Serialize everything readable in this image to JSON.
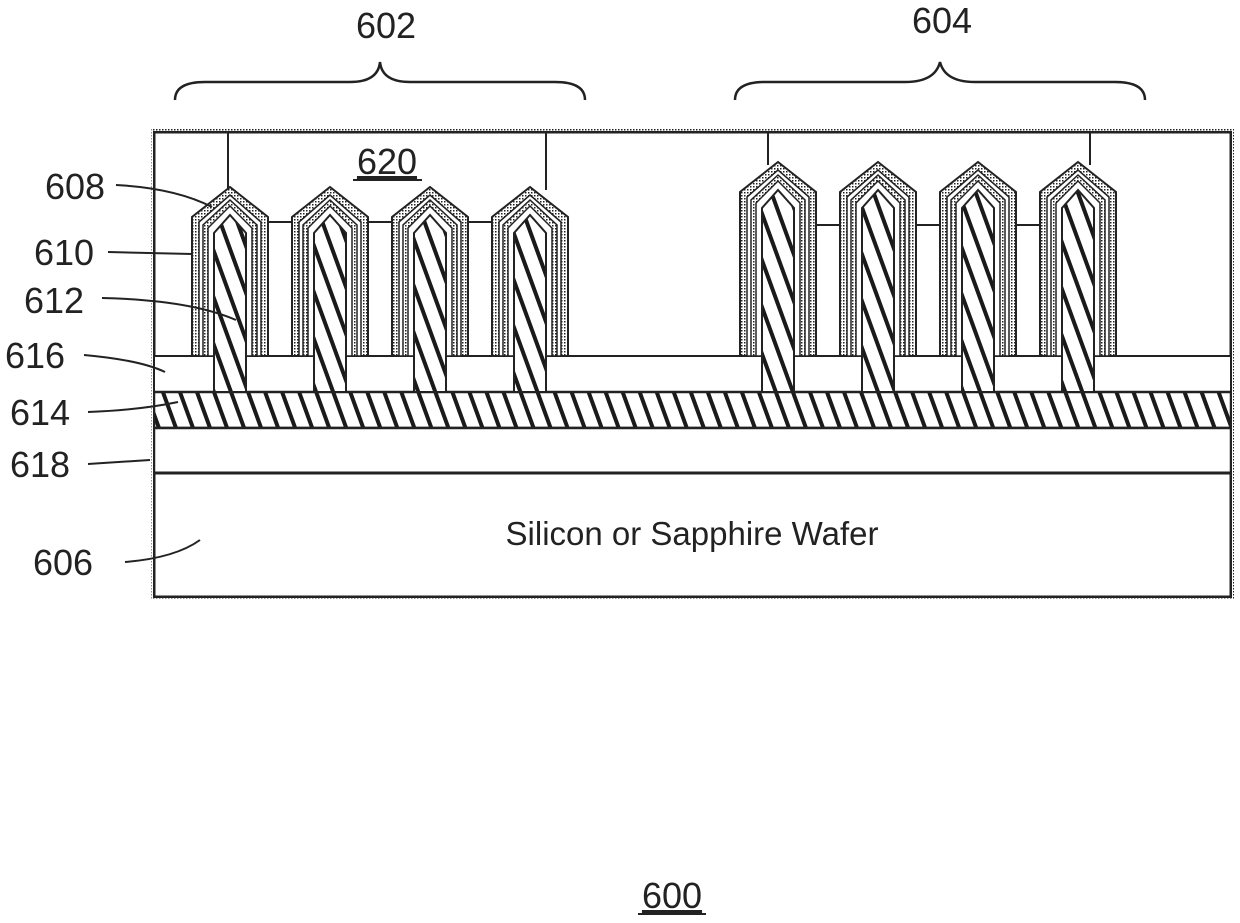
{
  "figure": {
    "number": "600",
    "regions": {
      "left": "602",
      "right": "604"
    },
    "fill_label": "620",
    "layers": {
      "conformal_outer": "608",
      "conformal_inner": "610",
      "fin_core": "612",
      "cap_layer": "616",
      "hatched_layer": "614",
      "buffer_layer": "618",
      "substrate": "606"
    },
    "substrate_text": "Silicon or Sapphire Wafer"
  }
}
